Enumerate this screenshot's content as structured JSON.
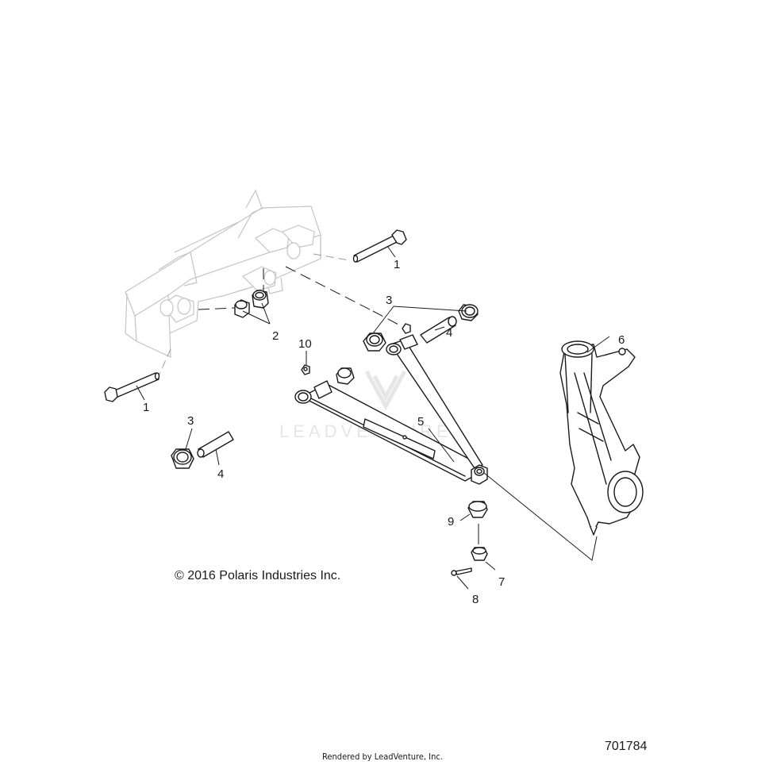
{
  "diagram": {
    "callouts": {
      "c1a": "1",
      "c1b": "1",
      "c2": "2",
      "c3a": "3",
      "c3b": "3",
      "c4a": "4",
      "c4b": "4",
      "c5": "5",
      "c6": "6",
      "c7": "7",
      "c8": "8",
      "c9": "9",
      "c10": "10"
    },
    "watermark": "LEADVENTURE",
    "copyright": "© 2016 Polaris Industries Inc.",
    "rendered_by": "Rendered by LeadVenture, Inc.",
    "diagram_id": "701784"
  }
}
